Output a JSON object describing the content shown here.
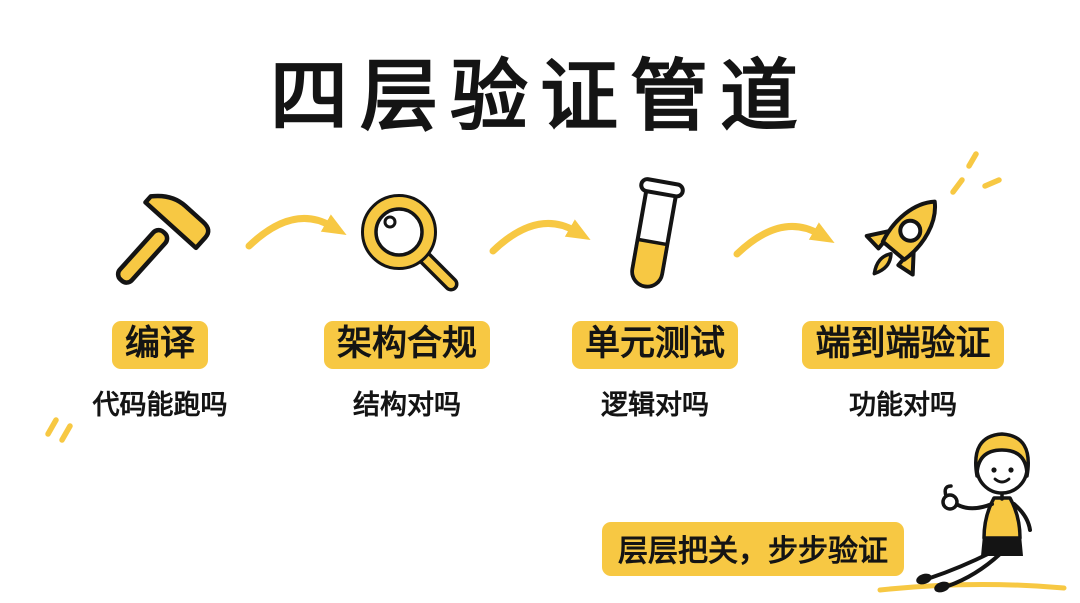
{
  "colors": {
    "accent": "#F7C843",
    "ink": "#141414",
    "background": "#FFFFFF"
  },
  "title": "四层验证管道",
  "pipeline": {
    "stages": [
      {
        "icon": "hammer-icon",
        "label": "编译",
        "question": "代码能跑吗"
      },
      {
        "icon": "magnifier-icon",
        "label": "架构合规",
        "question": "结构对吗"
      },
      {
        "icon": "test-tube-icon",
        "label": "单元测试",
        "question": "逻辑对吗"
      },
      {
        "icon": "rocket-icon",
        "label": "端到端验证",
        "question": "功能对吗"
      }
    ]
  },
  "footer": {
    "slogan": "层层把关，步步验证"
  }
}
